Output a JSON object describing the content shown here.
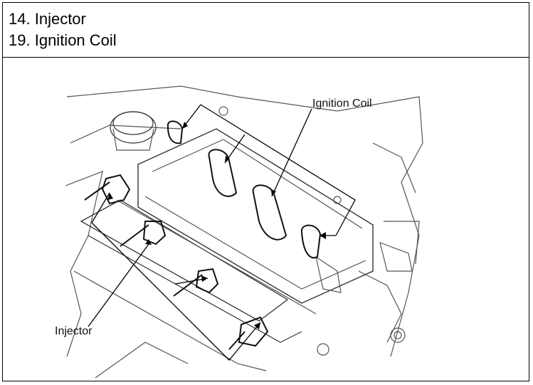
{
  "legend": {
    "items": [
      {
        "number": "14.",
        "name": "Injector"
      },
      {
        "number": "19.",
        "name": "Ignition Coil"
      }
    ]
  },
  "figure": {
    "callouts": {
      "ignition_coil": "Ignition Coil",
      "injector": "Injector"
    }
  }
}
